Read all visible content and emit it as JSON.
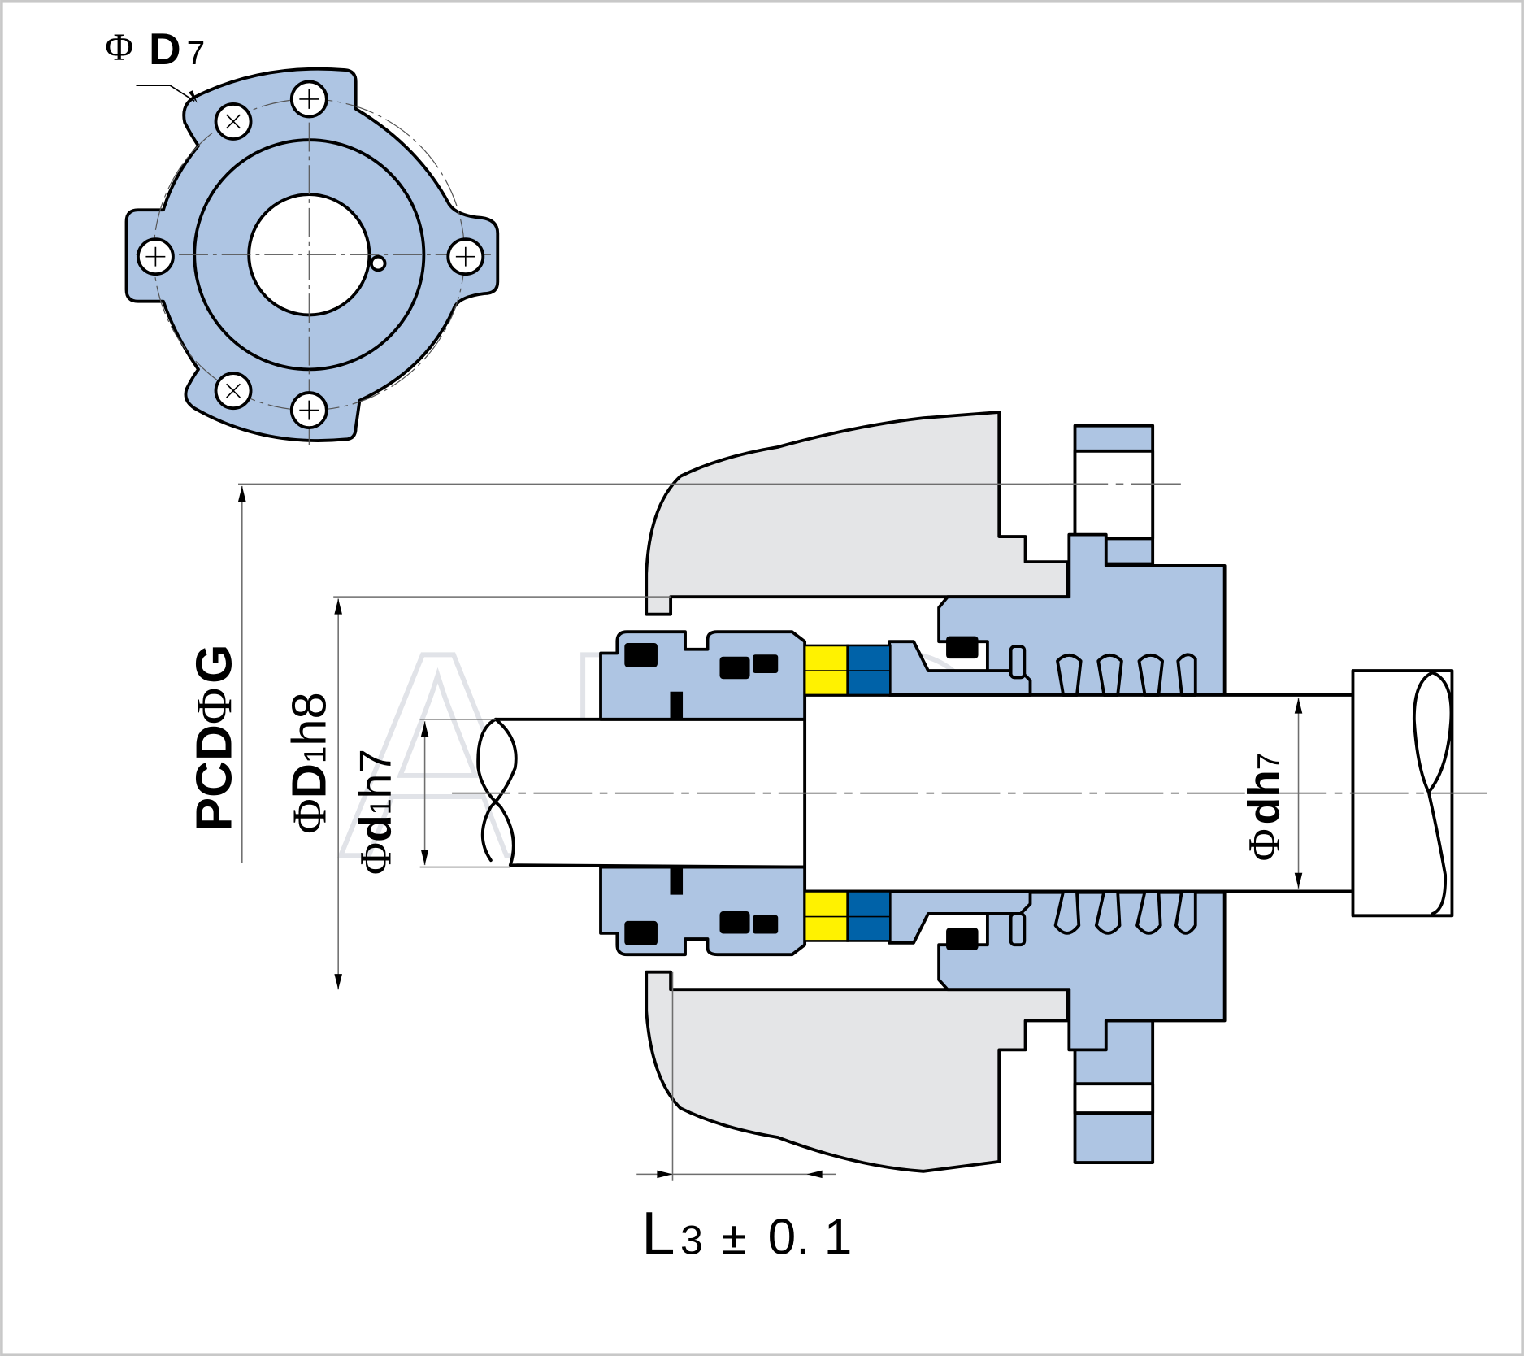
{
  "drawing": {
    "kind": "mechanical seal assembly drawing",
    "watermark": "ABCX",
    "labels": {
      "flange_hole_phi": "Φ",
      "flange_hole_main": "D",
      "flange_hole_sub": "7",
      "pcd_prefix": "PCD",
      "pcd_phi": "Φ",
      "pcd_main": "G",
      "D1_phi": "Φ",
      "D1_main": "D",
      "D1_sub": "1",
      "D1_tol": "h8",
      "d1_phi": "Φ",
      "d1_main": "d",
      "d1_sub": "1",
      "d1_tol": "h7",
      "d_phi": "Φ",
      "d_main": "dh",
      "d_tol": "7",
      "L3_main": "L",
      "L3_sub": "3",
      "L3_pm": "±",
      "L3_value": "0. 1"
    },
    "colors": {
      "metal_part": "#aec5e3",
      "housing": "#e4e5e7",
      "rotating_face": "#fff200",
      "stationary_face": "#0062a8",
      "o_ring": "#000000"
    }
  }
}
